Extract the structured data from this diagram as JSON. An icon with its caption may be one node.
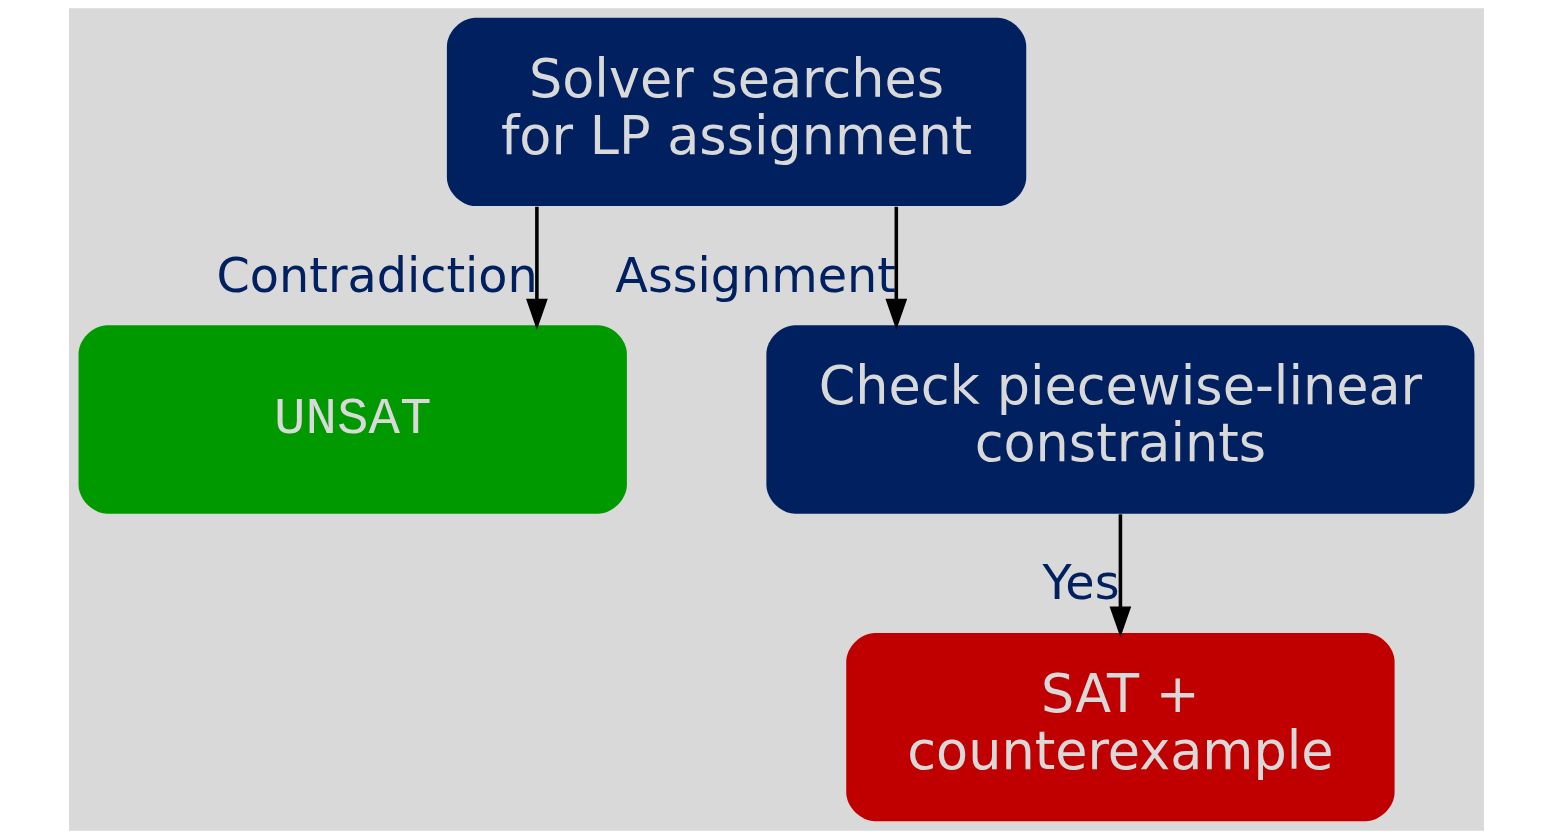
{
  "diagram": {
    "nodes": [
      {
        "text": [
          "Solver searches for LP assignment"
        ]
      },
      {
        "text": [
          "UNSAT"
        ]
      },
      {
        "text": [
          "Check piecewise-linear constraints"
        ]
      },
      {
        "text": [
          "SAT + counterexample"
        ]
      }
    ],
    "edges": [
      {
        "from": 0,
        "to": 1,
        "arrow": "to",
        "label": "Contradiction"
      },
      {
        "from": 0,
        "to": 2,
        "arrow": "to",
        "label": "Assignment"
      },
      {
        "from": 2,
        "to": 3,
        "arrow": "to",
        "label": "Yes"
      }
    ]
  }
}
